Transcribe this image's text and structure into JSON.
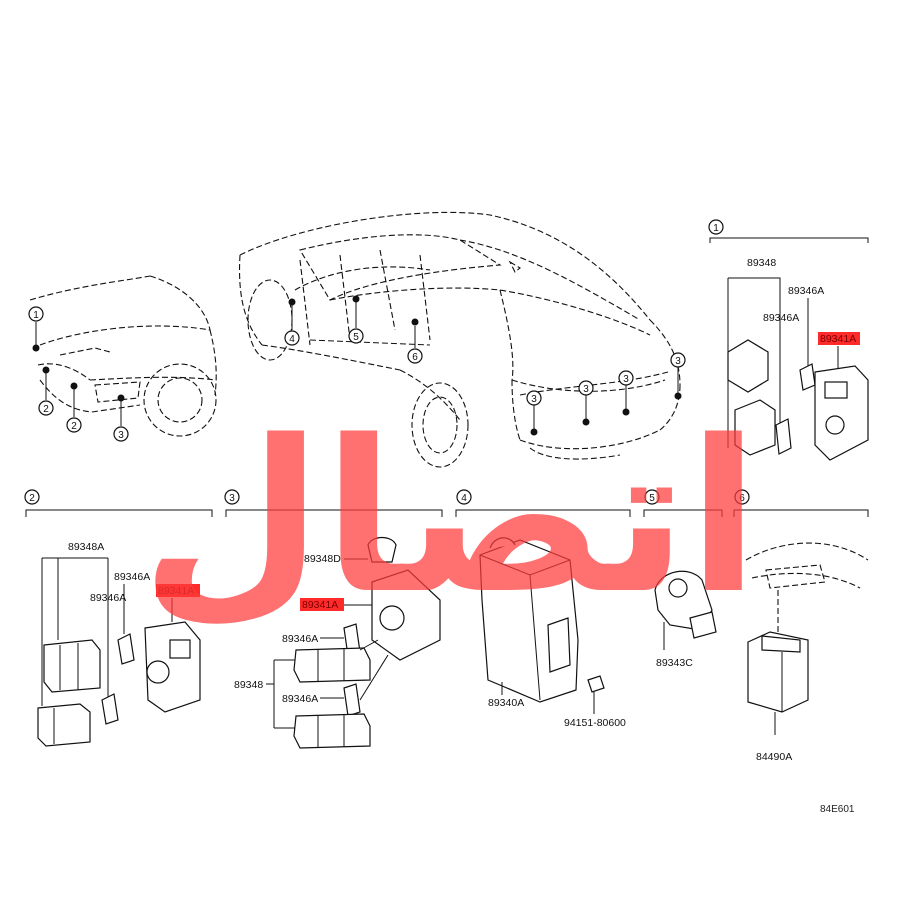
{
  "sections": {
    "s1": "1",
    "s2": "2",
    "s3": "3",
    "s4": "4",
    "s5": "5",
    "s6": "6"
  },
  "callouts": {
    "front_1": "1",
    "front_2a": "2",
    "front_2b": "2",
    "front_3": "3",
    "int_4": "4",
    "int_5": "5",
    "int_6": "6",
    "rear_3a": "3",
    "rear_3b": "3",
    "rear_3c": "3",
    "rear_3d": "3"
  },
  "parts": {
    "p89348_s1": "89348",
    "p89346A_s1a": "89346A",
    "p89346A_s1b": "89346A",
    "p89341A_s1": "89341A",
    "p89348A_s2": "89348A",
    "p89346A_s2a": "89346A",
    "p89346A_s2b": "89346A",
    "p89341A_s2": "89341A",
    "p89348D_s3": "89348D",
    "p89341A_s3": "89341A",
    "p89346A_s3a": "89346A",
    "p89348_s3": "89348",
    "p89346A_s3b": "89346A",
    "p89340A_s4": "89340A",
    "p94151_s4": "94151-80600",
    "p89343C_s5": "89343C",
    "p84490A_s6": "84490A"
  },
  "diagram_code": "84E601",
  "watermark": "اتصال",
  "colors": {
    "highlight": "#ff2a2a",
    "watermark": "#ff3b3b",
    "ink": "#111111"
  }
}
